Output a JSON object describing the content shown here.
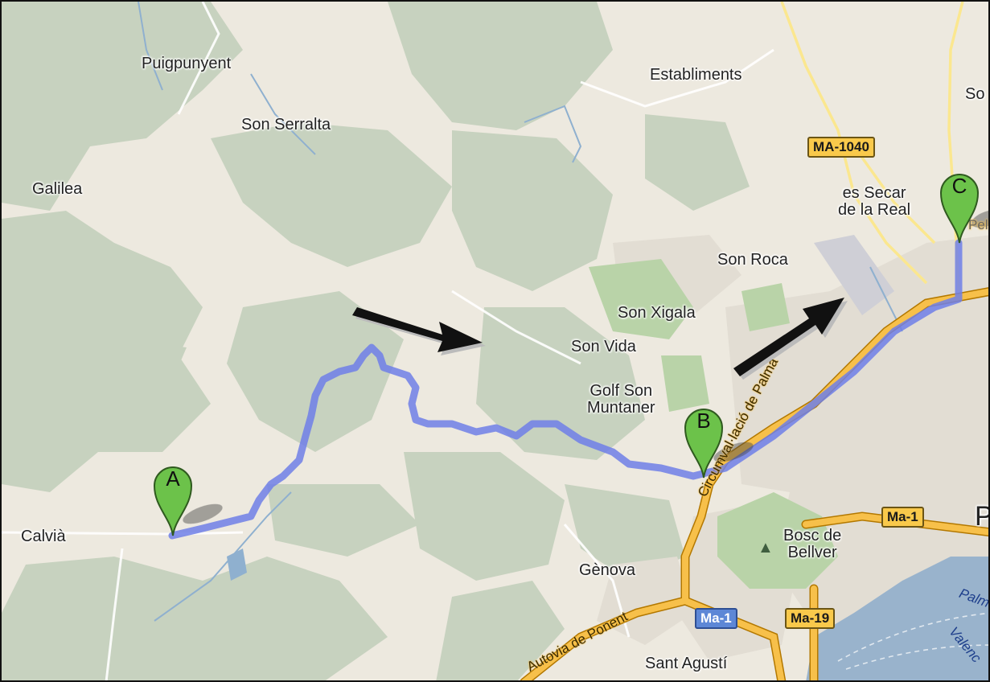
{
  "places": {
    "puigpunyent": "Puigpunyent",
    "establiments": "Establiments",
    "son_edge": "So",
    "son_serralta": "Son Serralta",
    "galilea": "Galilea",
    "es_secar_l1": "es Secar",
    "es_secar_l2": "de la Real",
    "son_roca": "Son Roca",
    "son_xigala": "Son Xigala",
    "son_vida": "Son Vida",
    "golf_l1": "Golf Son",
    "golf_l2": "Muntaner",
    "calvia": "Calvià",
    "bosc_l1": "Bosc de",
    "bosc_l2": "Bellver",
    "genova": "Gènova",
    "sant_agusti": "Sant Agustí",
    "palma_edge": "P"
  },
  "roads": {
    "ma1040": "MA-1040",
    "ma1_east": "Ma-1",
    "ma1_south": "Ma-1",
    "ma19": "Ma-19",
    "via_circum": "Circumval·lació de Palma",
    "autovia": "Autovia de Ponent",
    "pel_edge": "Pel"
  },
  "sea": {
    "palma_sea": "Palm",
    "valencia": "Valenc"
  },
  "markers": {
    "a": "A",
    "b": "B",
    "c": "C"
  },
  "icons": {
    "arrow_1": "arrow-right-icon",
    "arrow_2": "arrow-up-right-icon",
    "tree": "tree-icon"
  },
  "colors": {
    "land": "#ede9df",
    "forest": "#c7d2bf",
    "park": "#b9d3a8",
    "water": "#99b3cc",
    "urban": "#e4dfd6",
    "major_road": "#f7c04a",
    "minor_road": "#fbe78f",
    "route": "#6f7fe8",
    "marker": "#6cc24a"
  }
}
